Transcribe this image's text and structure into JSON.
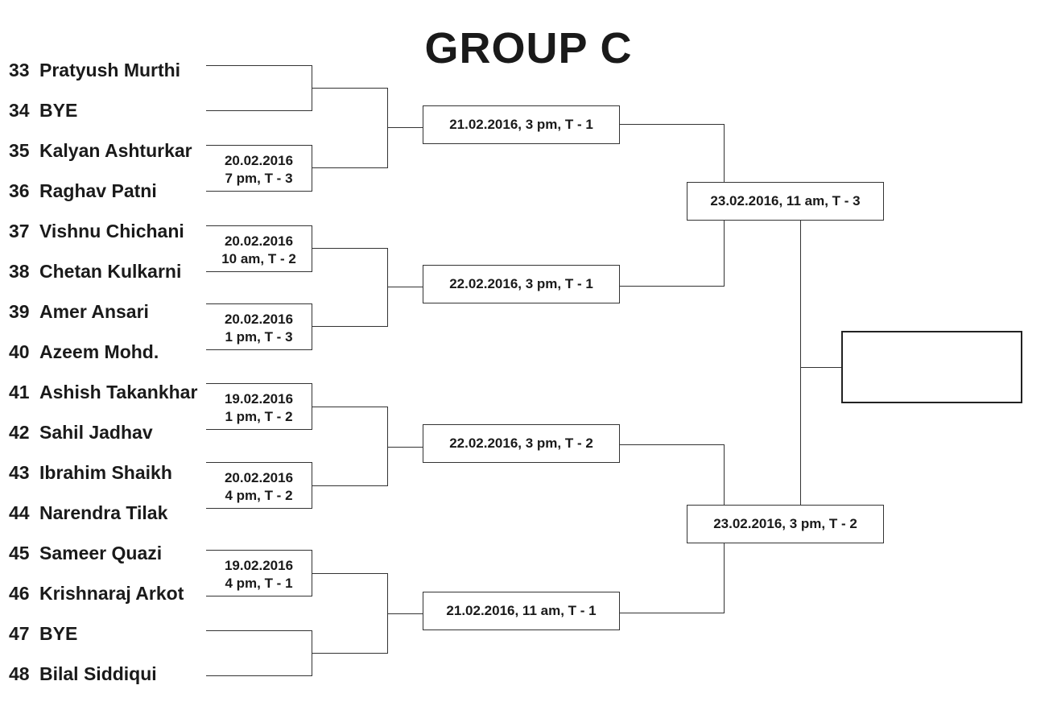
{
  "title": "GROUP C",
  "players": [
    {
      "seed": "33",
      "name": "Pratyush Murthi"
    },
    {
      "seed": "34",
      "name": "BYE"
    },
    {
      "seed": "35",
      "name": "Kalyan Ashturkar"
    },
    {
      "seed": "36",
      "name": "Raghav Patni"
    },
    {
      "seed": "37",
      "name": "Vishnu Chichani"
    },
    {
      "seed": "38",
      "name": "Chetan Kulkarni"
    },
    {
      "seed": "39",
      "name": "Amer Ansari"
    },
    {
      "seed": "40",
      "name": "Azeem Mohd."
    },
    {
      "seed": "41",
      "name": "Ashish Takankhar"
    },
    {
      "seed": "42",
      "name": "Sahil Jadhav"
    },
    {
      "seed": "43",
      "name": "Ibrahim Shaikh"
    },
    {
      "seed": "44",
      "name": "Narendra Tilak"
    },
    {
      "seed": "45",
      "name": "Sameer Quazi"
    },
    {
      "seed": "46",
      "name": "Krishnaraj Arkot"
    },
    {
      "seed": "47",
      "name": "BYE"
    },
    {
      "seed": "48",
      "name": "Bilal Siddiqui"
    }
  ],
  "round1": [
    {
      "date": "",
      "time": ""
    },
    {
      "date": "20.02.2016",
      "time": "7 pm, T - 3"
    },
    {
      "date": "20.02.2016",
      "time": "10 am, T - 2"
    },
    {
      "date": "20.02.2016",
      "time": "1 pm, T - 3"
    },
    {
      "date": "19.02.2016",
      "time": "1 pm, T - 2"
    },
    {
      "date": "20.02.2016",
      "time": "4 pm, T - 2"
    },
    {
      "date": "19.02.2016",
      "time": "4 pm, T - 1"
    },
    {
      "date": "",
      "time": ""
    }
  ],
  "round2": [
    "21.02.2016, 3 pm, T - 1",
    "22.02.2016, 3 pm, T - 1",
    "22.02.2016, 3 pm, T - 2",
    "21.02.2016, 11 am, T - 1"
  ],
  "round3": [
    "23.02.2016, 11 am, T - 3",
    "23.02.2016, 3 pm, T - 2"
  ],
  "winner": ""
}
